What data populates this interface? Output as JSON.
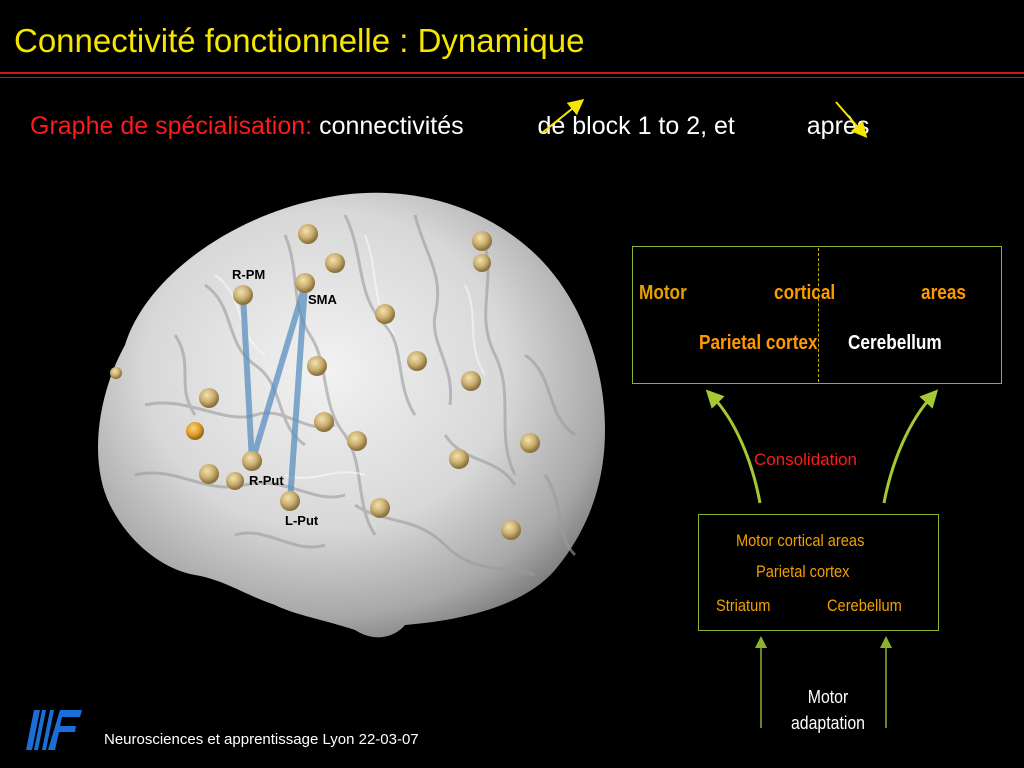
{
  "slide": {
    "title": "Connectivité fonctionnelle : Dynamique",
    "subtitle_red": "Graphe de spécialisation:",
    "subtitle_part1": "connectivités",
    "subtitle_part2": "de  block 1 to 2, et",
    "subtitle_part3": "après"
  },
  "brain_labels": {
    "rpm": "R-PM",
    "sma": "SMA",
    "rput": "R-Put",
    "lput": "L-Put"
  },
  "box_top": {
    "motor": "Motor",
    "cortical": "cortical",
    "areas": "areas",
    "parietal": "Parietal cortex",
    "cerebellum": "Cerebellum"
  },
  "consolidation": "Consolidation",
  "box_bottom": {
    "line1": "Motor   cortical   areas",
    "line2": "Parietal cortex",
    "striatum": "Striatum",
    "cerebellum": "Cerebellum"
  },
  "motor_adaptation": {
    "line1": "Motor",
    "line2": "adaptation"
  },
  "footer": "Neurosciences et apprentissage Lyon 22-03-07",
  "colors": {
    "title": "#f5e600",
    "accent_red": "#ff1a1a",
    "box_border": "#8db32a",
    "orange_text": "#ff9900",
    "arrow_green": "#a6c832",
    "logo_blue": "#1a6fd6"
  }
}
